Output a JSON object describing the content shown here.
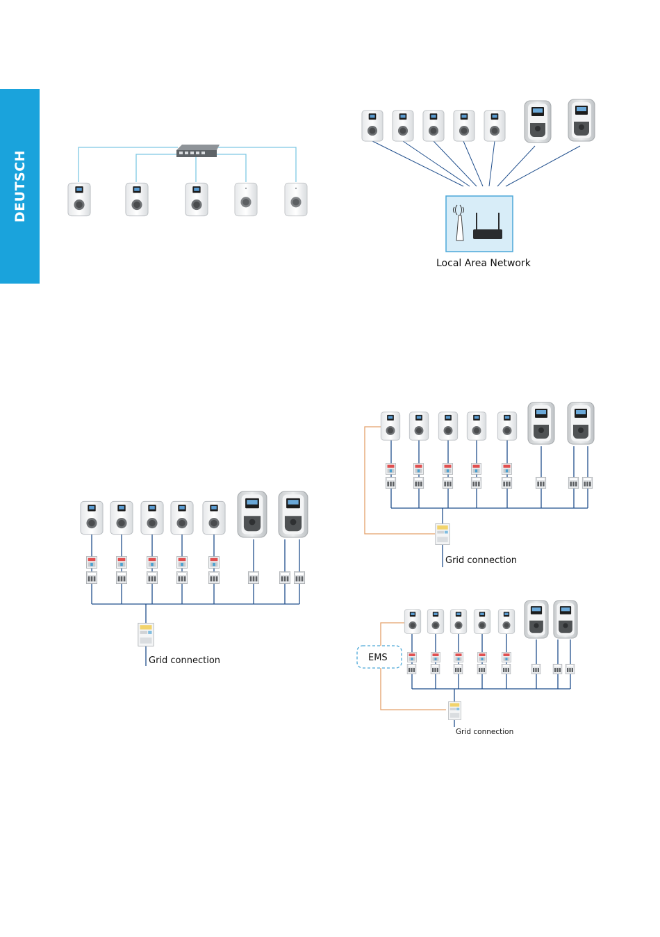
{
  "side_tab": {
    "label": "DEUTSCH",
    "color": "#1aa3dc"
  },
  "colors": {
    "network_line": "#7ec8e3",
    "power_line": "#1f4e8c",
    "control_line": "#e3a06a",
    "lan_box_fill": "#d8edf8",
    "lan_box_stroke": "#4aa7d8",
    "ems_stroke": "#4aa7d8"
  },
  "diagram_lan": {
    "label": "Local Area Network"
  },
  "diagram_grid": {
    "label": "Grid connection"
  },
  "diagram_grid_control": {
    "label": "Grid connection"
  },
  "diagram_ems": {
    "ems_label": "EMS",
    "grid_label": "Grid connection"
  }
}
